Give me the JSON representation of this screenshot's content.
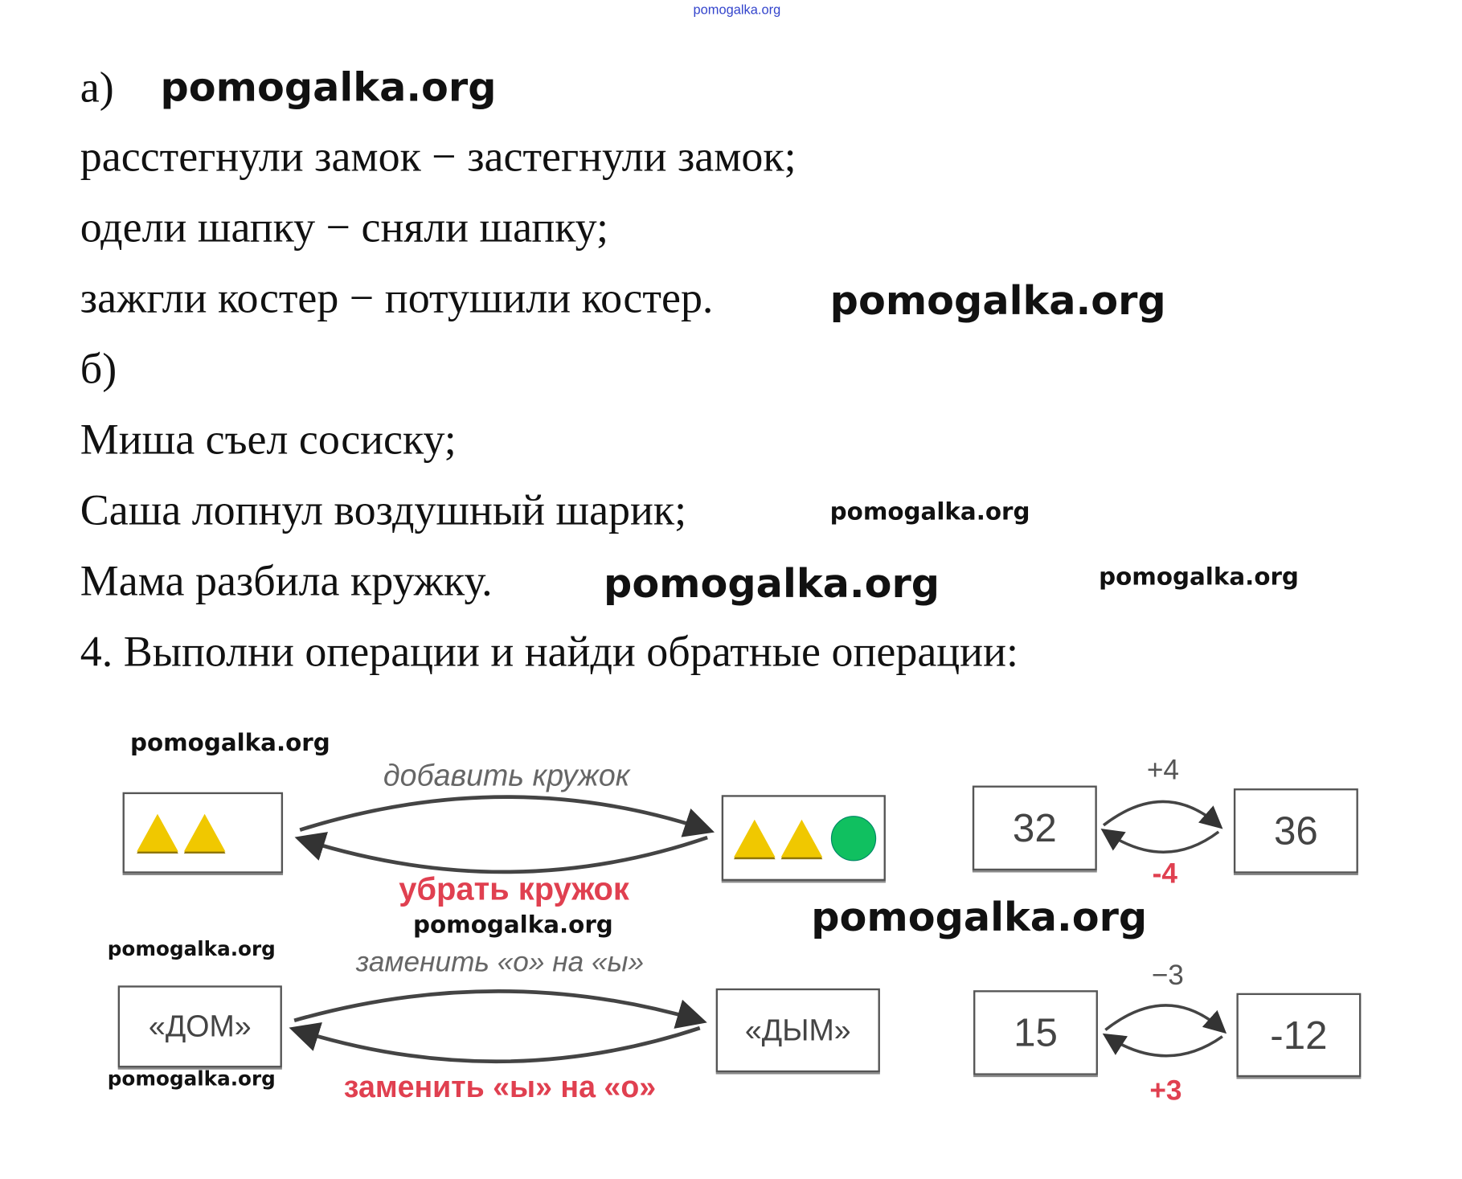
{
  "top_link": "pomogalka.org",
  "lines": [
    "а)",
    "расстегнули замок − застегнули замок;",
    "одели шапку − сняли шапку;",
    "зажгли костер − потушили костер.",
    "б)",
    "Миша съел сосиску;",
    "Саша лопнул воздушный шарик;",
    "Мама разбила кружку.",
    "4. Выполни операции и найди обратные операции:"
  ],
  "watermark": "pomogalka.org",
  "diagram": {
    "row1": {
      "forward": "добавить кружок",
      "backward": "убрать кружок",
      "num_left": "32",
      "num_right": "36",
      "num_forward": "+4",
      "num_backward": "-4"
    },
    "row2": {
      "word_left": "«ДОМ»",
      "word_right": "«ДЫМ»",
      "forward": "заменить «о» на «ы»",
      "backward": "заменить «ы» на «о»",
      "num_left": "15",
      "num_right": "-12",
      "num_forward": "−3",
      "num_backward": "+3"
    },
    "colors": {
      "triangle": "#f0c800",
      "circle": "#10c060",
      "red": "#e04050"
    }
  }
}
